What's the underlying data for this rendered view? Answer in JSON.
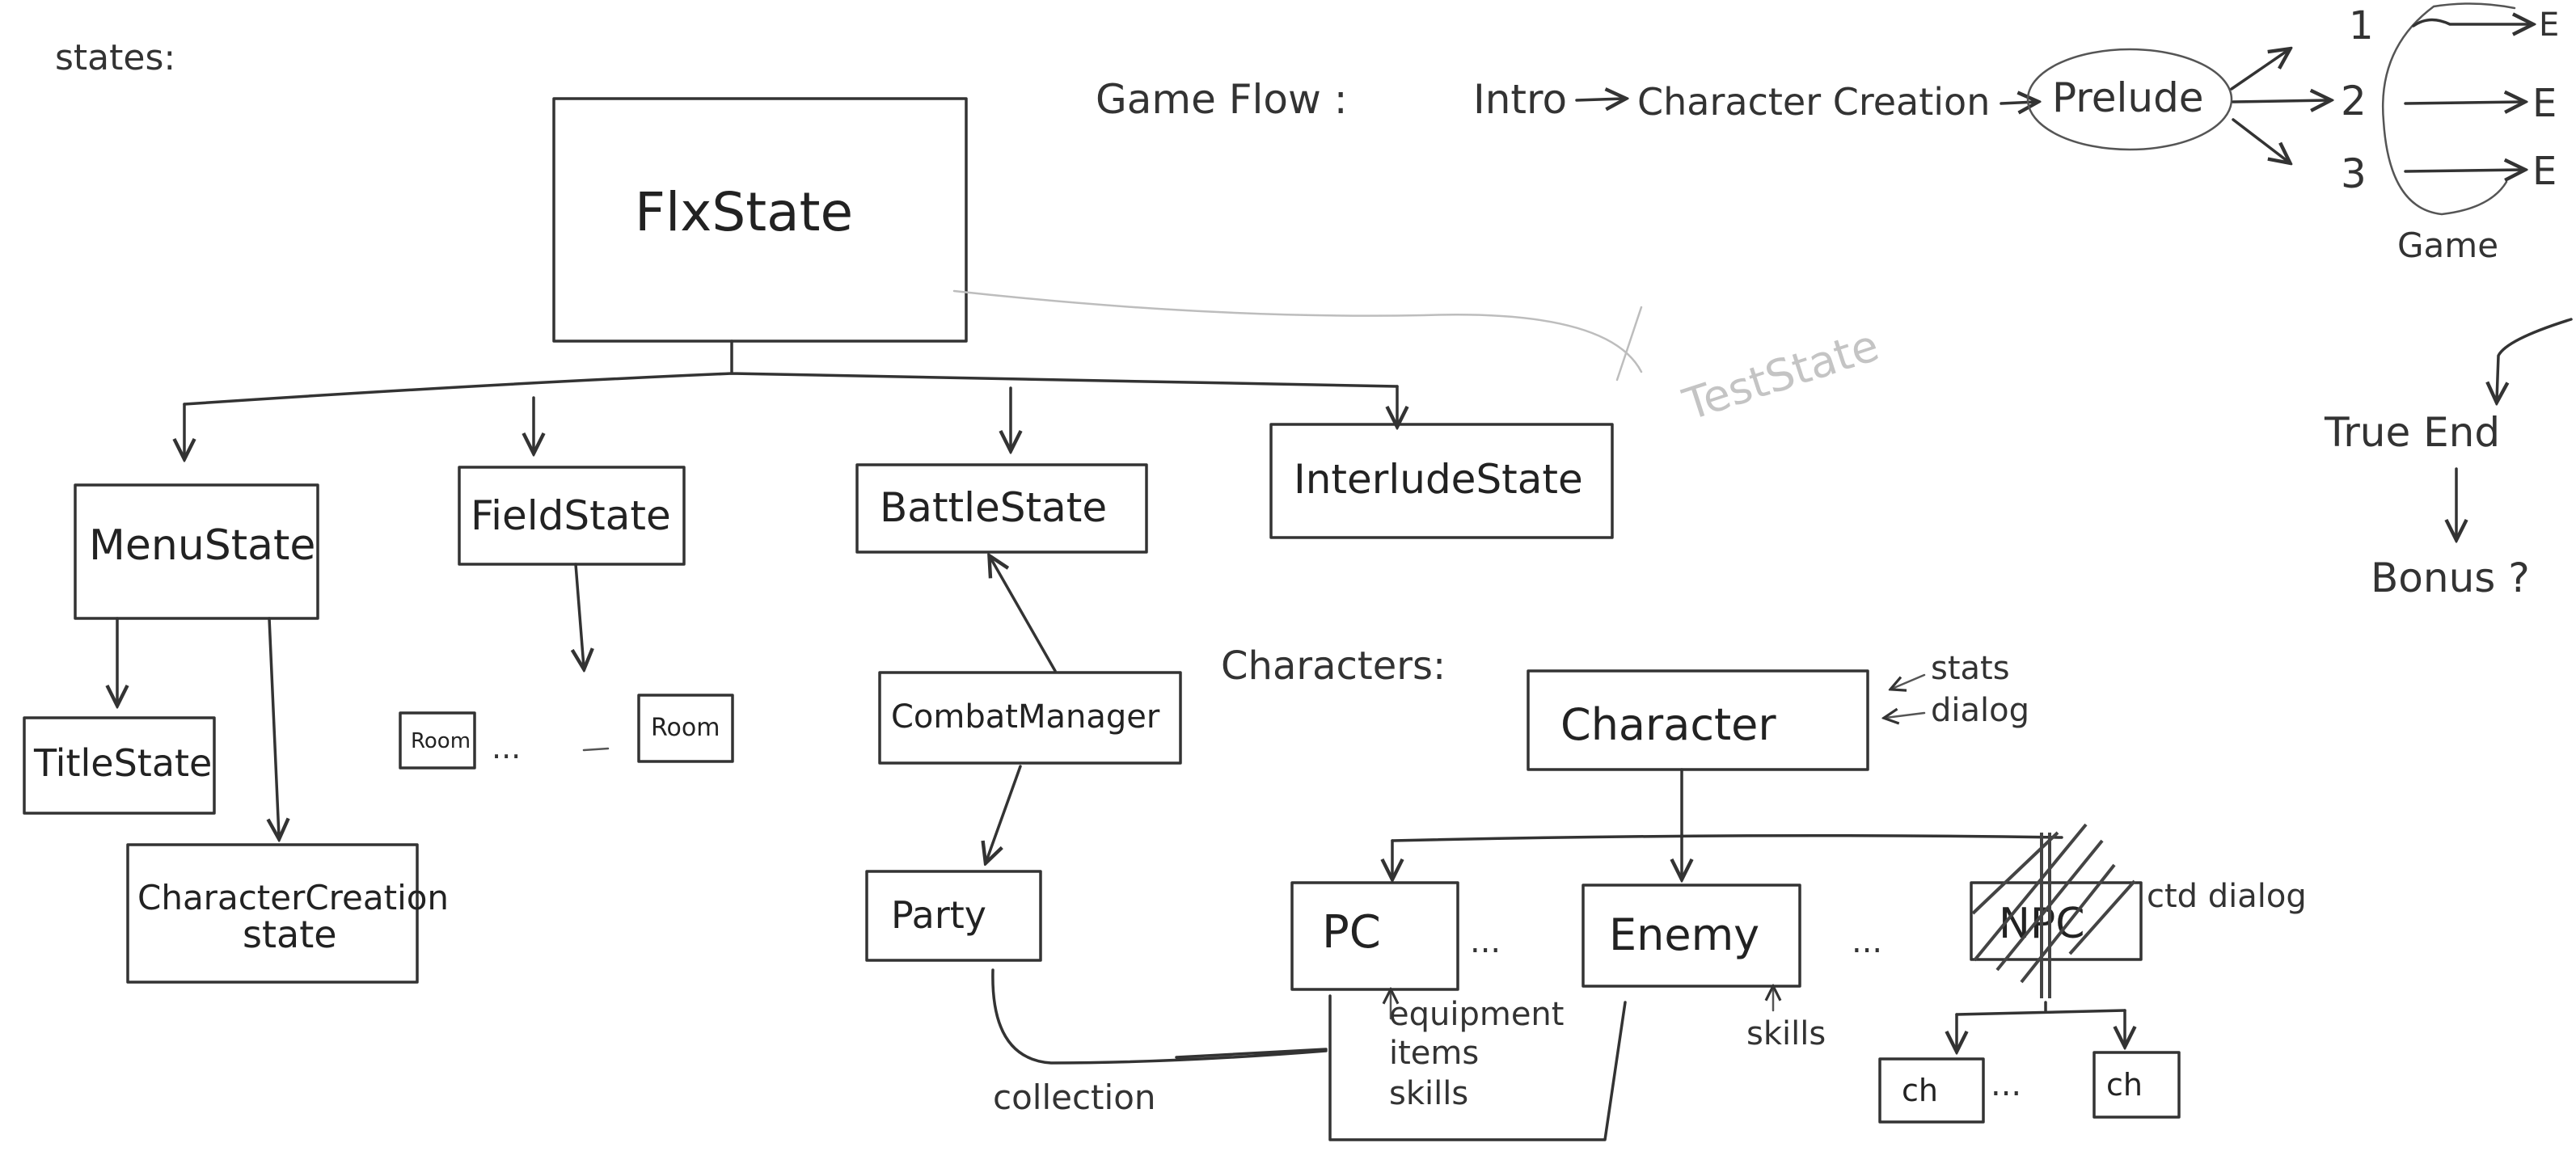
{
  "headings": {
    "states": "states:",
    "game_flow": "Game Flow :",
    "characters": "Characters:"
  },
  "state_tree": {
    "root": "FlxState",
    "children": [
      "MenuState",
      "FieldState",
      "BattleState",
      "InterludeState"
    ],
    "menu_children": [
      "TitleState",
      "CharacterCreation",
      "state"
    ],
    "field_children": [
      "Room",
      "...",
      "Room"
    ],
    "battle_support": [
      "CombatManager",
      "Party"
    ],
    "faint_note": "TestState"
  },
  "game_flow": {
    "steps": [
      "Intro",
      "Character Creation",
      "Prelude"
    ],
    "branches": [
      "1",
      "2",
      "3"
    ],
    "branch_ends": [
      "E",
      "E",
      "E"
    ],
    "group_label": "Game",
    "true_end": "True End",
    "bonus": "Bonus ?"
  },
  "characters": {
    "base": "Character",
    "base_notes": [
      "stats",
      "dialog"
    ],
    "subclasses": [
      "PC",
      "Enemy",
      "NPC"
    ],
    "ellipsis": "...",
    "pc_notes": [
      "equipment",
      "items",
      "skills"
    ],
    "enemy_note": "skills",
    "npc_note": "ctd dialog",
    "npc_children": [
      "ch",
      "...",
      "ch"
    ],
    "collection_label": "collection"
  }
}
